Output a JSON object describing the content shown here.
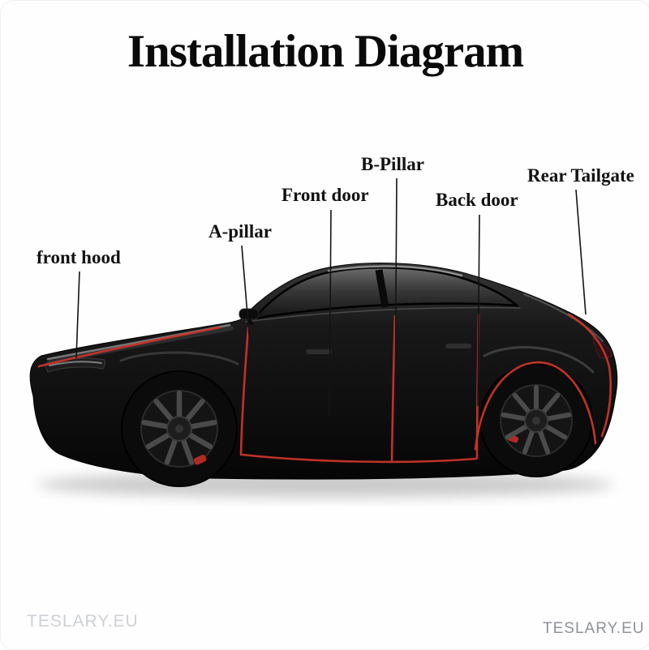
{
  "title": "Installation Diagram",
  "labels": {
    "front_hood": "front hood",
    "a_pillar": "A-pillar",
    "front_door": "Front door",
    "b_pillar": "B-Pillar",
    "back_door": "Back door",
    "rear_tailgate": "Rear Tailgate"
  },
  "watermarks": {
    "bottom_left": "TESLARY.EU",
    "bottom_right": "TESLARY.EU"
  },
  "colors": {
    "seal_strip_red": "#c9352a",
    "car_body_black": "#0a0a0a",
    "leader_line": "#141414",
    "title_text": "#0a0a0a",
    "watermark_light": "#cdd0d4",
    "watermark_dark": "#8e9398"
  }
}
